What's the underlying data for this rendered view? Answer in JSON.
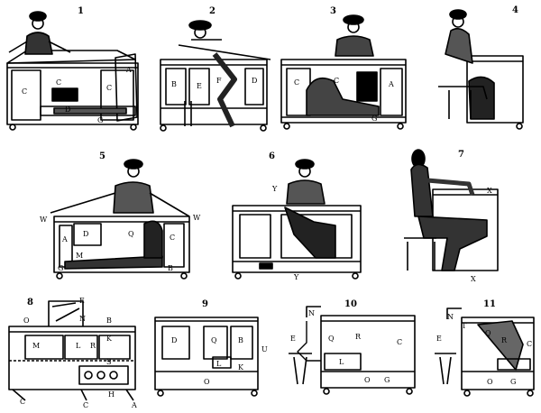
{
  "figure": {
    "panels": [
      {
        "id": "1",
        "labels": [
          "A",
          "C",
          "C",
          "C",
          "D",
          "G"
        ]
      },
      {
        "id": "2",
        "labels": [
          "B",
          "E",
          "F",
          "D"
        ]
      },
      {
        "id": "3",
        "labels": [
          "C",
          "C",
          "A",
          "G"
        ]
      },
      {
        "id": "4",
        "labels": []
      },
      {
        "id": "5",
        "labels": [
          "W",
          "W",
          "A",
          "D",
          "Q",
          "C",
          "M",
          "G",
          "B"
        ]
      },
      {
        "id": "6",
        "labels": [
          "Y",
          "Y"
        ]
      },
      {
        "id": "7",
        "labels": [
          "X",
          "X"
        ]
      },
      {
        "id": "8",
        "labels": [
          "O",
          "E",
          "N",
          "B",
          "M",
          "L",
          "R",
          "K",
          "S",
          "C",
          "C",
          "H",
          "A"
        ]
      },
      {
        "id": "9",
        "labels": [
          "D",
          "Q",
          "B",
          "U",
          "L",
          "K",
          "O"
        ]
      },
      {
        "id": "10",
        "labels": [
          "N",
          "E",
          "Q",
          "R",
          "C",
          "L",
          "O",
          "G"
        ]
      },
      {
        "id": "11",
        "labels": [
          "N",
          "T",
          "E",
          "Q",
          "R",
          "C",
          "O",
          "G"
        ]
      }
    ]
  }
}
